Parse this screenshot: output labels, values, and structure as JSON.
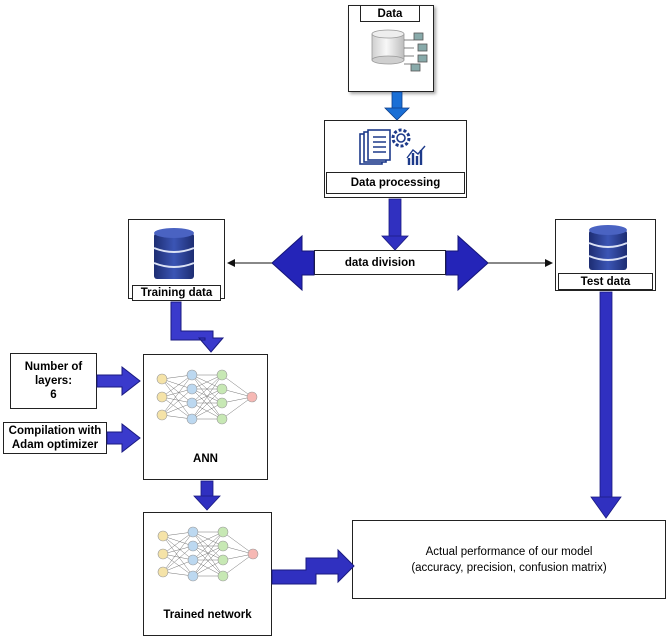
{
  "nodes": {
    "data": "Data",
    "data_processing": "Data processing",
    "data_division": "data division",
    "training_data": "Training data",
    "test_data": "Test data",
    "num_layers": "Number of\nlayers:\n6",
    "compilation": "Compilation with\nAdam optimizer",
    "ann": "ANN",
    "trained_network": "Trained network",
    "performance_line1": "Actual performance of our model",
    "performance_line2": "(accuracy, precision, confusion matrix)"
  },
  "colors": {
    "arrow_dark": "#2424b8",
    "arrow_mid": "#3a3acc",
    "arrow_light": "#1a6fd6",
    "db_blue": "#2b3f8f",
    "neuron_input": "#f5e3a8",
    "neuron_hidden1": "#bcd8f0",
    "neuron_hidden2": "#c7e8b4",
    "neuron_output": "#f6b8b4"
  }
}
